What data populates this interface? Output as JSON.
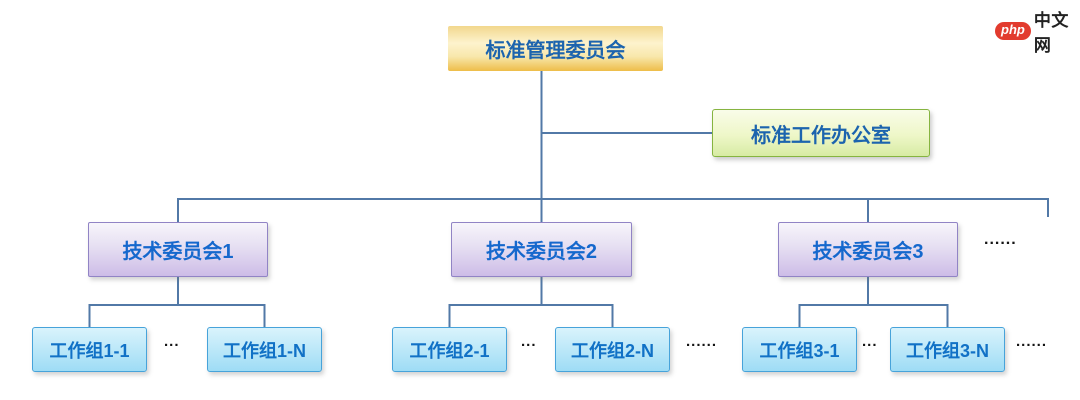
{
  "logo": {
    "badge": "php",
    "site": "中文网"
  },
  "org": {
    "root": {
      "label": "标准管理委员会"
    },
    "office": {
      "label": "标准工作办公室"
    },
    "more_committees": "......",
    "committees": [
      {
        "label": "技术委员会1",
        "separator": "...",
        "trailing": "",
        "groups": [
          {
            "label": "工作组1-1"
          },
          {
            "label": "工作组1-N"
          }
        ]
      },
      {
        "label": "技术委员会2",
        "separator": "...",
        "trailing": "......",
        "groups": [
          {
            "label": "工作组2-1"
          },
          {
            "label": "工作组2-N"
          }
        ]
      },
      {
        "label": "技术委员会3",
        "separator": "...",
        "trailing": "......",
        "groups": [
          {
            "label": "工作组3-1"
          },
          {
            "label": "工作组3-N"
          }
        ]
      }
    ]
  },
  "colors": {
    "connector": "#5279a7",
    "root_gradient_bottom": "#eebd49",
    "office_border": "#86b440",
    "committee_border": "#9184c5",
    "group_border": "#47a3da",
    "label_blue": "#1568cd",
    "logo_red": "#e23b2e"
  }
}
